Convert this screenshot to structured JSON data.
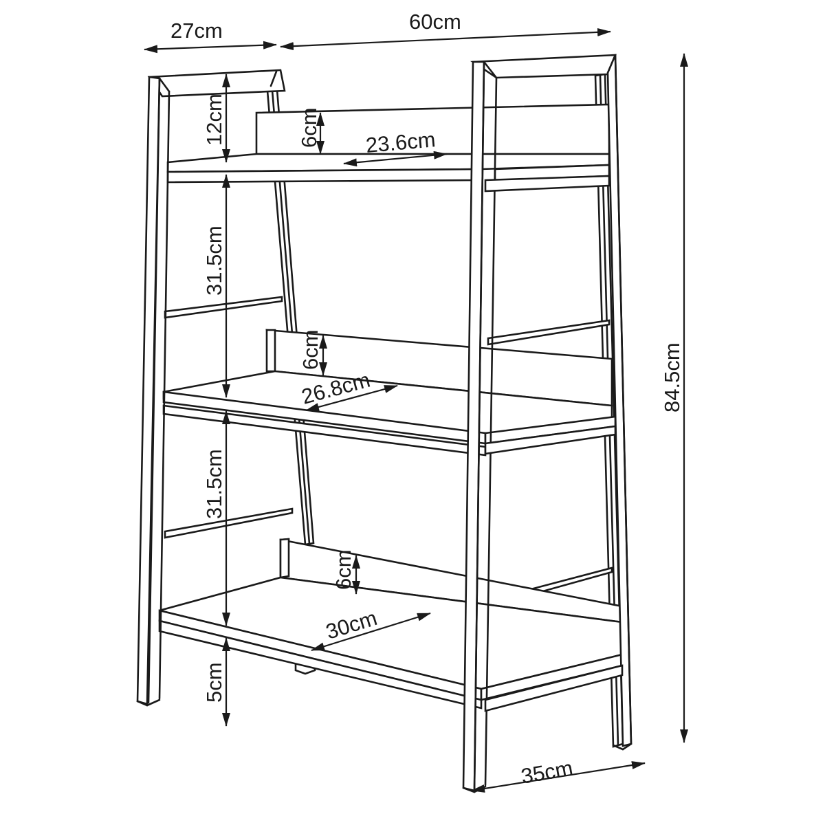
{
  "diagram": {
    "subject": "3-tier ladder bookshelf dimension drawing",
    "line_color": "#1a1a1a",
    "background": "#ffffff",
    "dimensions": {
      "depth_top": "27cm",
      "width": "60cm",
      "height_total": "84.5cm",
      "depth_bottom": "35cm",
      "top_clearance": "12cm",
      "shelf_gap_upper": "31.5cm",
      "shelf_gap_lower": "31.5cm",
      "floor_clearance": "5cm",
      "backboard_top": "6cm",
      "backboard_middle": "6cm",
      "backboard_bottom": "6cm",
      "shelf_depth_top": "23.6cm",
      "shelf_depth_middle": "26.8cm",
      "shelf_depth_bottom": "30cm"
    },
    "shelves": [
      {
        "name": "top",
        "depth": "23.6cm",
        "backboard": "6cm"
      },
      {
        "name": "middle",
        "depth": "26.8cm",
        "backboard": "6cm"
      },
      {
        "name": "bottom",
        "depth": "30cm",
        "backboard": "6cm"
      }
    ]
  }
}
